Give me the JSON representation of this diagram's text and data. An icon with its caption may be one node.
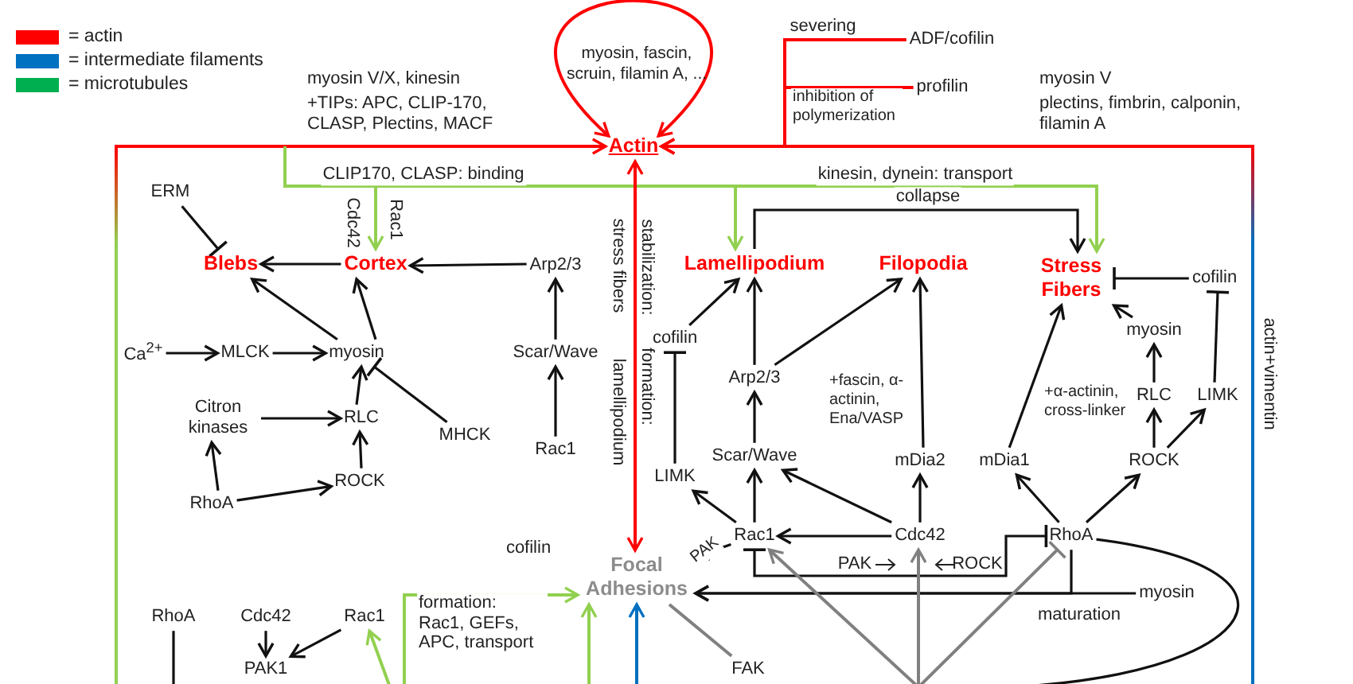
{
  "diagram": {
    "nodes": [
      {
        "text": [
          "Actin"
        ]
      },
      {
        "text": [
          "ADF/cofilin"
        ]
      },
      {
        "text": [
          "profilin"
        ]
      },
      {
        "text": [
          "ERM"
        ]
      },
      {
        "text": [
          "Blebs"
        ]
      },
      {
        "text": [
          "Cortex"
        ]
      },
      {
        "text": [
          "Arp2/3"
        ]
      },
      {
        "text": [
          "Lamellipodium"
        ]
      },
      {
        "text": [
          "Filopodia"
        ]
      },
      {
        "text": [
          "Stress Fibers"
        ]
      },
      {
        "text": [
          "cofilin"
        ]
      },
      {
        "text": [
          "Ca$^{2+}$"
        ]
      },
      {
        "text": [
          "MLCK"
        ]
      },
      {
        "text": [
          "myosin"
        ]
      },
      {
        "text": [
          "Citron kinases"
        ]
      },
      {
        "text": [
          "RLC"
        ]
      },
      {
        "text": [
          "MHCK"
        ]
      },
      {
        "text": [
          "RhoA"
        ]
      },
      {
        "text": [
          "ROCK"
        ]
      },
      {
        "text": [
          "Scar/Wave"
        ]
      },
      {
        "text": [
          "Rac1"
        ]
      },
      {
        "text": [
          "cofilin"
        ]
      },
      {
        "text": [
          "LIMK"
        ]
      },
      {
        "text": [
          "Arp2/3"
        ]
      },
      {
        "text": [
          "Scar/Wave"
        ]
      },
      {
        "text": [
          "mDia2"
        ]
      },
      {
        "text": [
          "mDia1"
        ]
      },
      {
        "text": [
          "myosin"
        ]
      },
      {
        "text": [
          "RLC"
        ]
      },
      {
        "text": [
          "LIMK"
        ]
      },
      {
        "text": [
          "ROCK"
        ]
      },
      {
        "text": [
          "Rac1"
        ]
      },
      {
        "text": [
          "Cdc42"
        ]
      },
      {
        "text": [
          "RhoA"
        ]
      },
      {
        "text": [
          "Focal Adhesions"
        ]
      },
      {
        "text": [
          "myosin"
        ]
      },
      {
        "text": [
          "RhoA"
        ]
      },
      {
        "text": [
          "Cdc42"
        ]
      },
      {
        "text": [
          "Rac1"
        ]
      },
      {
        "text": [
          "PAK1"
        ]
      },
      {
        "text": [
          "FAK"
        ]
      }
    ],
    "edges": [
      {
        "from": null,
        "to": 0,
        "arrow": "to",
        "color": "#ff0000"
      },
      {
        "from": null,
        "to": 0,
        "arrow": "to",
        "color": "#ff0000"
      },
      {
        "from": 1,
        "to": 0,
        "arrow": "to",
        "label": "severing",
        "color": "#ff0000"
      },
      {
        "from": 2,
        "to": 0,
        "arrow": "to",
        "label": "inhibition of polymerization",
        "color": "#ff0000"
      },
      {
        "from": 0,
        "to": 0,
        "arrow": "both",
        "color": "#ff0000"
      },
      {
        "from": null,
        "to": 5,
        "arrow": "to",
        "label": "CLIP170, CLASP: binding",
        "color": "#92d050"
      },
      {
        "from": null,
        "to": 7,
        "arrow": "to",
        "color": "#92d050"
      },
      {
        "from": null,
        "to": 9,
        "arrow": "to",
        "label": "kinesin, dynein: transport",
        "color": "#92d050"
      },
      {
        "from": 7,
        "to": 9,
        "arrow": "to",
        "label": "collapse"
      },
      {
        "from": 34,
        "to": 0,
        "arrow": "both",
        "color": "#ff0000"
      },
      {
        "from": 3,
        "to": 4,
        "arrow": "other"
      },
      {
        "from": 5,
        "to": 4,
        "arrow": "to"
      },
      {
        "from": 13,
        "to": 4,
        "arrow": "to"
      },
      {
        "from": 13,
        "to": 5,
        "arrow": "to"
      },
      {
        "from": 6,
        "to": 5,
        "arrow": "to"
      },
      {
        "from": 11,
        "to": 12,
        "arrow": "to"
      },
      {
        "from": 12,
        "to": 13,
        "arrow": "to"
      },
      {
        "from": 16,
        "to": 13,
        "arrow": "other"
      },
      {
        "from": 14,
        "to": 15,
        "arrow": "to"
      },
      {
        "from": 15,
        "to": 13,
        "arrow": "to"
      },
      {
        "from": 17,
        "to": 14,
        "arrow": "to"
      },
      {
        "from": 17,
        "to": 18,
        "arrow": "to"
      },
      {
        "from": 18,
        "to": 15,
        "arrow": "to"
      },
      {
        "from": 19,
        "to": 6,
        "arrow": "to"
      },
      {
        "from": 20,
        "to": 19,
        "arrow": "to"
      },
      {
        "from": 21,
        "to": 7,
        "arrow": "to"
      },
      {
        "from": 22,
        "to": 21,
        "arrow": "other"
      },
      {
        "from": 23,
        "to": 7,
        "arrow": "to"
      },
      {
        "from": 23,
        "to": 8,
        "arrow": "to"
      },
      {
        "from": 24,
        "to": 23,
        "arrow": "to"
      },
      {
        "from": 31,
        "to": 24,
        "arrow": "to"
      },
      {
        "from": 31,
        "to": 22,
        "arrow": "to"
      },
      {
        "from": 31,
        "to": 34,
        "arrow": "to",
        "label": "PAK"
      },
      {
        "from": 32,
        "to": 31,
        "arrow": "to"
      },
      {
        "from": 32,
        "to": 24,
        "arrow": "to"
      },
      {
        "from": 32,
        "to": 25,
        "arrow": "to"
      },
      {
        "from": 25,
        "to": 8,
        "arrow": "to"
      },
      {
        "from": 26,
        "to": 9,
        "arrow": "to"
      },
      {
        "from": 27,
        "to": 9,
        "arrow": "to"
      },
      {
        "from": 28,
        "to": 27,
        "arrow": "to"
      },
      {
        "from": 30,
        "to": 28,
        "arrow": "to"
      },
      {
        "from": 30,
        "to": 29,
        "arrow": "to"
      },
      {
        "from": 29,
        "to": 10,
        "arrow": "other"
      },
      {
        "from": 10,
        "to": 9,
        "arrow": "other"
      },
      {
        "from": 33,
        "to": 26,
        "arrow": "to"
      },
      {
        "from": 33,
        "to": 30,
        "arrow": "to"
      },
      {
        "from": 31,
        "to": 33,
        "arrow": "other"
      },
      {
        "from": 35,
        "to": 34,
        "arrow": "to",
        "label": "maturation"
      },
      {
        "from": 33,
        "to": 34,
        "arrow": "to"
      },
      {
        "from": 33,
        "to": null,
        "arrow": "none"
      },
      {
        "from": null,
        "to": 31,
        "arrow": "to",
        "color": "#808080"
      },
      {
        "from": null,
        "to": 32,
        "arrow": "to",
        "color": "#808080"
      },
      {
        "from": null,
        "to": 33,
        "arrow": "other",
        "color": "#808080"
      },
      {
        "from": 34,
        "to": 40,
        "arrow": "none",
        "color": "#808080"
      },
      {
        "from": 37,
        "to": 39,
        "arrow": "to"
      },
      {
        "from": 38,
        "to": 39,
        "arrow": "to"
      },
      {
        "from": 36,
        "to": null,
        "arrow": "none"
      },
      {
        "from": null,
        "to": 38,
        "arrow": "to",
        "color": "#92d050"
      },
      {
        "from": null,
        "to": 34,
        "arrow": "to",
        "label": "formation: Rac1, GEFs, APC, transport",
        "color": "#92d050"
      },
      {
        "from": null,
        "to": 34,
        "arrow": "to",
        "color": "#92d050"
      },
      {
        "from": null,
        "to": 34,
        "arrow": "to",
        "color": "#0070c0"
      }
    ],
    "labels": [
      "myosin V/X, kinesin",
      "+TIPs: APC, CLIP-170, CLASP, Plectins, MACF",
      "myosin, fascin, scruin, filamin A, ...",
      "myosin V",
      "plectins, fimbrin, calponin, filamin A",
      "Cdc42",
      "Rac1",
      "stress fibers",
      "stabilization:",
      "formation:",
      "lamellipodium",
      "+fascin, α-actinin, Ena/VASP",
      "+α-actinin, cross-linker",
      "actin+vimentin",
      "cofilin",
      "PAK",
      "ROCK"
    ],
    "legend": [
      {
        "text": "= actin",
        "color": "#ff0000"
      },
      {
        "text": "= intermediate filaments",
        "color": "#0070c0"
      },
      {
        "text": "= microtubules",
        "color": "#00b050"
      }
    ]
  }
}
